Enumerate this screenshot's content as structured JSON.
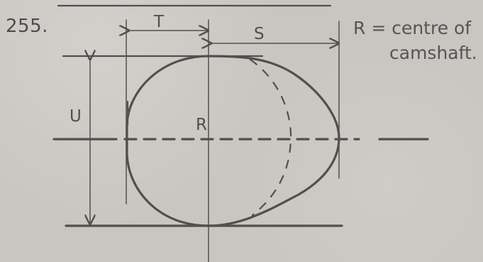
{
  "figure": {
    "number": "255."
  },
  "labels": {
    "T": "T",
    "S": "S",
    "U": "U",
    "R": "R"
  },
  "note": {
    "line1": "R = centre of",
    "line2": "camshaft."
  }
}
